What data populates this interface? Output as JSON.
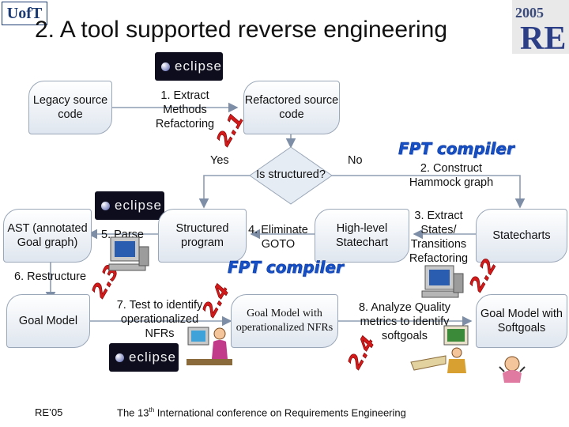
{
  "header": {
    "title": "2. A tool supported reverse engineering",
    "uoft_logo": "UofT",
    "re_logo": "2005 RE"
  },
  "diagram": {
    "nodes": {
      "legacy": "Legacy source code",
      "refactored": "Refactored source code",
      "decision": "Is structured?",
      "ast": "AST (annotated Goal graph)",
      "structured": "Structured program",
      "highlevel": "High-level Statechart",
      "statecharts": "Statecharts",
      "goal_model": "Goal Model",
      "goal_ops": "Goal Model with operationalized NFRs",
      "goal_soft": "Goal Model with Softgoals"
    },
    "edges": {
      "e1": "1. Extract Methods Refactoring",
      "yes": "Yes",
      "no": "No",
      "e2": "2. Construct Hammock graph",
      "e3": "3. Extract States/ Transitions Refactoring",
      "e4": "4. Eliminate GOTO",
      "e5": "5. Parse",
      "e6": "6. Restructure",
      "e7": "7. Test to identify operationalized NFRs",
      "e8": "8. Analyze Quality metrics to identify softgoals"
    },
    "tool_labels": {
      "eclipse": "eclipse",
      "fpt": "FPT compiler",
      "tag_21": "2.1",
      "tag_22": "2.2",
      "tag_23": "2.3",
      "tag_24a": "2.4",
      "tag_24b": "2.4"
    }
  },
  "footer": {
    "left": "RE’05",
    "center_prefix": "The 13",
    "center_sup": "th",
    "center_suffix": " International conference on Requirements Engineering"
  }
}
